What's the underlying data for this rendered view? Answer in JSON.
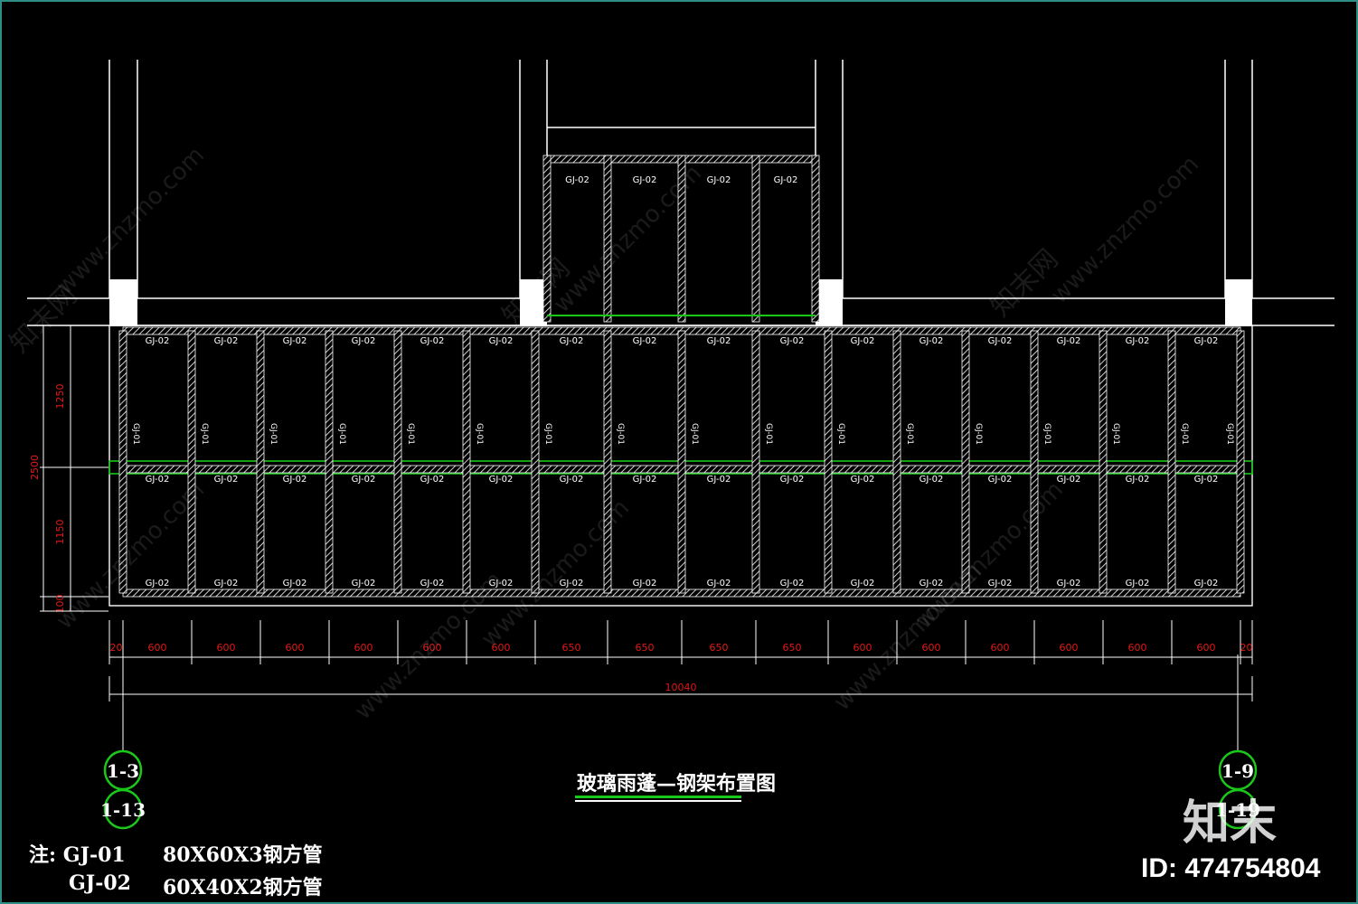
{
  "drawing": {
    "title": "玻璃雨蓬—钢架布置图",
    "colors": {
      "background": "#000000",
      "line": "#ffffff",
      "beam": "#19c819",
      "dimension": "#e01818",
      "axis_bubble": "#19c819",
      "frame": "#2e8e86"
    },
    "panel_label": "GJ-02",
    "center_bar_label": "GJ-01",
    "upper_bay_count": 4,
    "lower_bay_count": 16,
    "horizontal_dims": [
      "20",
      "600",
      "600",
      "600",
      "600",
      "600",
      "600",
      "650",
      "650",
      "650",
      "650",
      "600",
      "600",
      "600",
      "600",
      "600",
      "600",
      "20"
    ],
    "total_dim": "10040",
    "vertical_dims": [
      "1250",
      "1150",
      "100"
    ],
    "overall_vertical_dim": "2500",
    "axis_left": [
      "1-3",
      "1-13"
    ],
    "axis_right": [
      "1-9",
      "1-19"
    ],
    "notes": [
      {
        "label": "注: GJ-01",
        "desc": "80X60X3钢方管"
      },
      {
        "label": "GJ-02",
        "desc": "60X40X2钢方管"
      }
    ]
  },
  "watermark": {
    "logo": "知末",
    "site": "www.znzmo.com",
    "brand": "知末网",
    "id": "ID: 474754804"
  }
}
